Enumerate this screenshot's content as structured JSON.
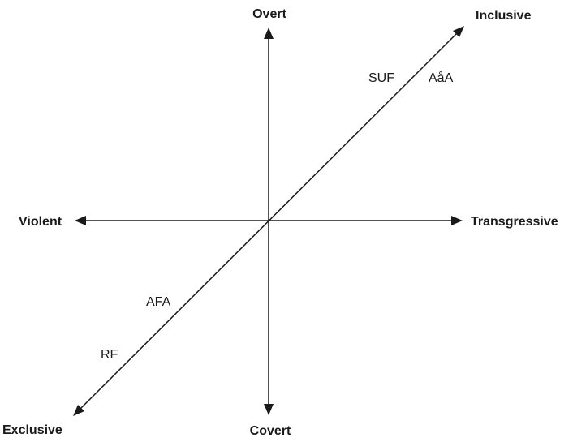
{
  "axes": {
    "top": "Overt",
    "bottom": "Covert",
    "left": "Violent",
    "right": "Transgressive",
    "upper_right": "Inclusive",
    "lower_left": "Exclusive"
  },
  "points": {
    "suf": "SUF",
    "aaa": "AåA",
    "afa": "AFA",
    "rf": "RF"
  },
  "colors": {
    "line": "#1a1a1a",
    "background": "#ffffff"
  }
}
